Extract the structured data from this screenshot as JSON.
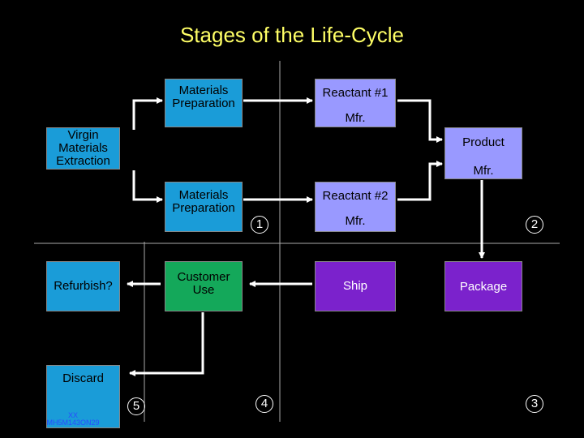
{
  "title": "Stages of the Life-Cycle",
  "boxes": {
    "materials_prep_1": "Materials Preparation",
    "reactant_1": "Reactant #1",
    "reactant_1_mfr": "Mfr.",
    "virgin": "Virgin Materials Extraction",
    "product": "Product",
    "product_mfr": "Mfr.",
    "materials_prep_2": "Materials Preparation",
    "reactant_2": "Reactant #2",
    "reactant_2_mfr": "Mfr.",
    "refurbish": "Refurbish?",
    "customer_use": "Customer Use",
    "ship": "Ship",
    "package": "Package",
    "discard": "Discard"
  },
  "markers": [
    "1",
    "2",
    "3",
    "4",
    "5"
  ],
  "code": {
    "line1": "XX",
    "line2": "MH5M143ON29"
  },
  "colors": {
    "title": "#ffff66",
    "blue": "#1a9cd8",
    "lavender": "#9999ff",
    "purple": "#7b22cc",
    "green": "#14a85a",
    "code": "#2a4cff"
  }
}
